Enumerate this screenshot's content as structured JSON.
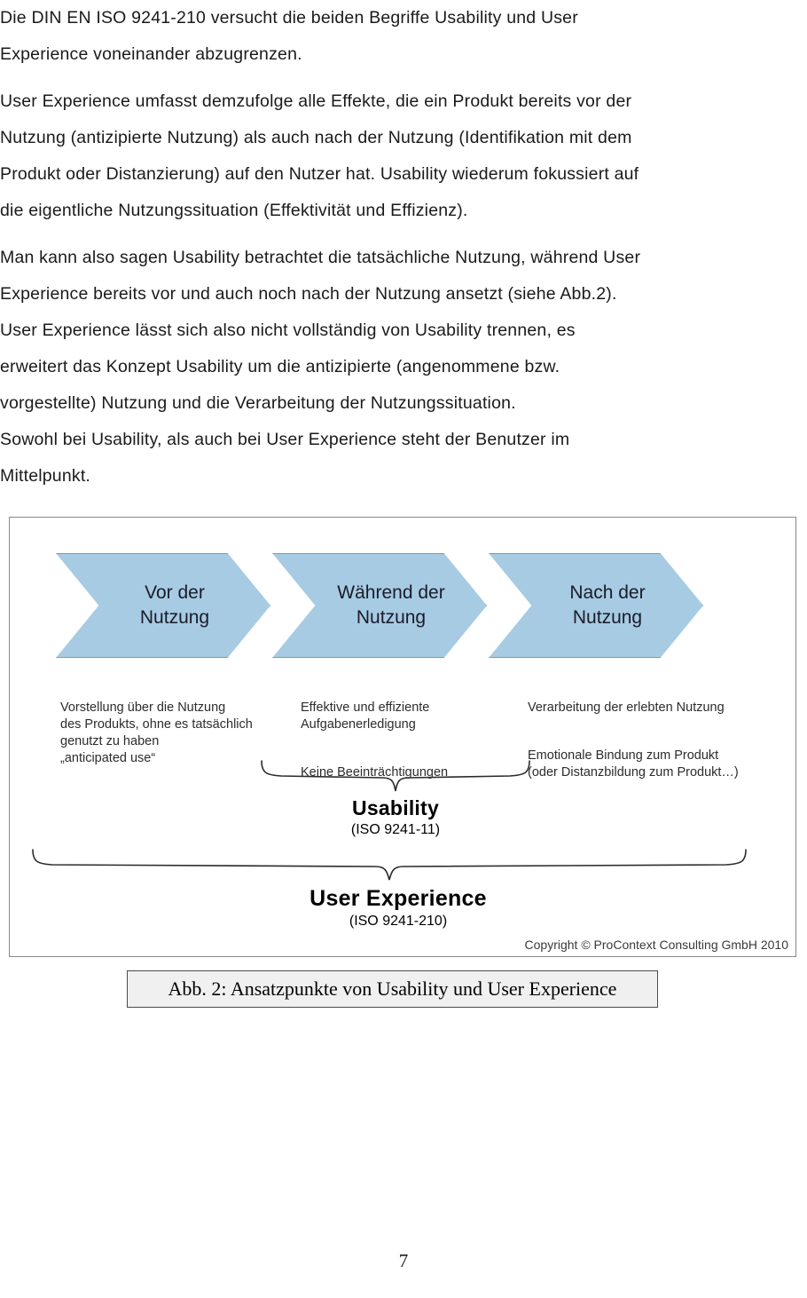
{
  "document": {
    "page_number": "7",
    "paragraphs": [
      {
        "lines": [
          "Die DIN EN ISO 9241-210 versucht die beiden Begriffe Usability und User",
          "Experience voneinander abzugrenzen."
        ]
      },
      {
        "lines": [
          "User Experience umfasst demzufolge alle Effekte, die ein Produkt bereits vor der",
          "Nutzung (antizipierte Nutzung) als auch nach der Nutzung (Identifikation mit dem",
          "Produkt oder Distanzierung) auf den Nutzer hat. Usability wiederum fokussiert auf",
          "die eigentliche Nutzungssituation (Effektivität und Effizienz)."
        ]
      },
      {
        "lines": [
          "Man kann also sagen Usability betrachtet die tatsächliche Nutzung, während User",
          "Experience bereits vor und auch noch nach der Nutzung ansetzt (siehe Abb.2).",
          "User Experience lässt sich also nicht vollständig von Usability trennen, es",
          "erweitert das Konzept Usability um die antizipierte (angenommene bzw.",
          "vorgestellte) Nutzung und die Verarbeitung der Nutzungssituation.",
          "Sowohl bei Usability, als auch bei User Experience steht der Benutzer im",
          "Mittelpunkt."
        ]
      }
    ]
  },
  "figure": {
    "caption": "Abb. 2: Ansatzpunkte von Usability und User Experience",
    "copyright": "Copyright © ProContext Consulting GmbH 2010",
    "colors": {
      "chevron_fill": "#a6cbe3",
      "chevron_stroke": "#7d9cb5",
      "figure_border": "#888888",
      "caption_background": "#f0f0f0",
      "caption_border": "#4a4a4a"
    },
    "phases": [
      {
        "label": "Vor der\nNutzung"
      },
      {
        "label": "Während der\nNutzung"
      },
      {
        "label": "Nach der\nNutzung"
      }
    ],
    "descriptions": [
      {
        "blocks": [
          "Vorstellung über die Nutzung\ndes Produkts, ohne es tatsächlich\ngenutzt zu haben\n„anticipated use“"
        ]
      },
      {
        "blocks": [
          "Effektive und effiziente\nAufgabenerledigung",
          "Keine Beeinträchtigungen"
        ]
      },
      {
        "blocks": [
          "Verarbeitung der erlebten Nutzung",
          "Emotionale Bindung zum Produkt\n(oder Distanzbildung zum Produkt…)"
        ]
      }
    ],
    "groupings": [
      {
        "title": "Usability",
        "standard": "(ISO 9241-11)"
      },
      {
        "title": "User Experience",
        "standard": "(ISO 9241-210)"
      }
    ]
  }
}
